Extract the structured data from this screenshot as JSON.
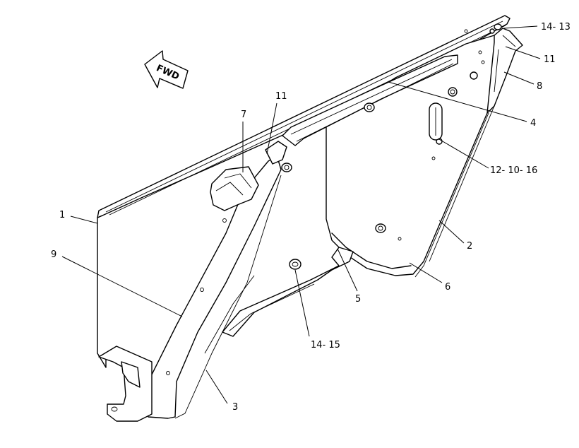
{
  "fwd_label": "FWD",
  "callouts": [
    {
      "id": "c-14-13-top",
      "label": "14- 13"
    },
    {
      "id": "c-11-right",
      "label": "11"
    },
    {
      "id": "c-8",
      "label": "8"
    },
    {
      "id": "c-4",
      "label": "4"
    },
    {
      "id": "c-12-10-16",
      "label": "12- 10- 16"
    },
    {
      "id": "c-11-mid",
      "label": "11"
    },
    {
      "id": "c-7",
      "label": "7"
    },
    {
      "id": "c-1",
      "label": "1"
    },
    {
      "id": "c-9",
      "label": "9"
    },
    {
      "id": "c-2",
      "label": "2"
    },
    {
      "id": "c-6",
      "label": "6"
    },
    {
      "id": "c-5",
      "label": "5"
    },
    {
      "id": "c-14-15",
      "label": "14- 15"
    },
    {
      "id": "c-3",
      "label": "3"
    }
  ]
}
